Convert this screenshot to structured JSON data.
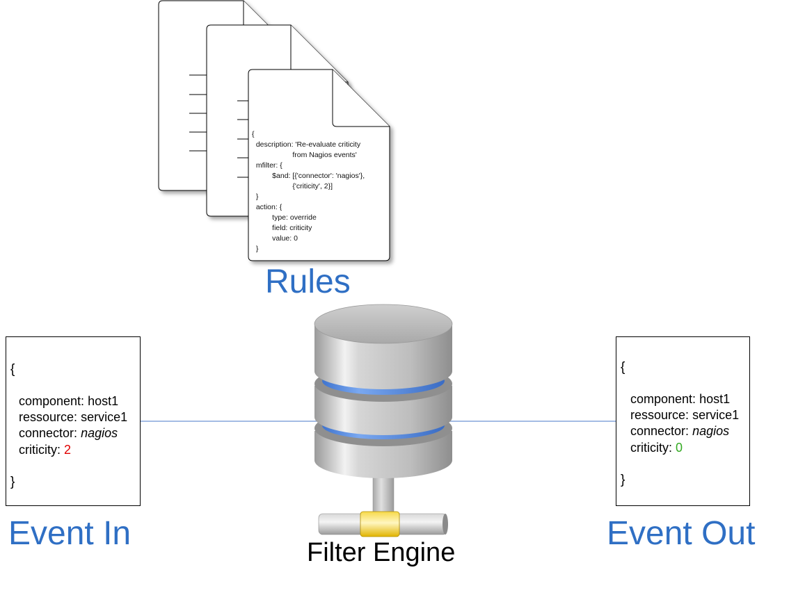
{
  "rules": {
    "title": "Rules",
    "code_lines": [
      "{",
      "  description: 'Re-evaluate criticity",
      "                    from Nagios events'",
      "  mfilter: {",
      "          $and: [{'connector': 'nagios'},",
      "                    {'criticity', 2}]",
      "  }",
      "  action: {",
      "          type: override",
      "          field: criticity",
      "          value: 0",
      "  }"
    ]
  },
  "event_in": {
    "title": "Event In",
    "open_brace": "{",
    "close_brace": "}",
    "component_label": "component:",
    "component_value": "host1",
    "ressource_label": "ressource:",
    "ressource_value": "service1",
    "connector_label": "connector:",
    "connector_value": "nagios",
    "criticity_label": "criticity:",
    "criticity_value": "2",
    "criticity_color": "#e00000"
  },
  "event_out": {
    "title": "Event Out",
    "open_brace": "{",
    "close_brace": "}",
    "component_label": "component:",
    "component_value": "host1",
    "ressource_label": "ressource:",
    "ressource_value": "service1",
    "connector_label": "connector:",
    "connector_value": "nagios",
    "criticity_label": "criticity:",
    "criticity_value": "0",
    "criticity_color": "#33aa22"
  },
  "engine": {
    "title": "Filter Engine",
    "icon": "database-server-icon"
  },
  "colors": {
    "label_blue": "#2f6fc4",
    "line_blue": "#4a78c8",
    "db_ring_blue": "#5a8fe6",
    "db_band_yellow": "#f2cc1a"
  }
}
